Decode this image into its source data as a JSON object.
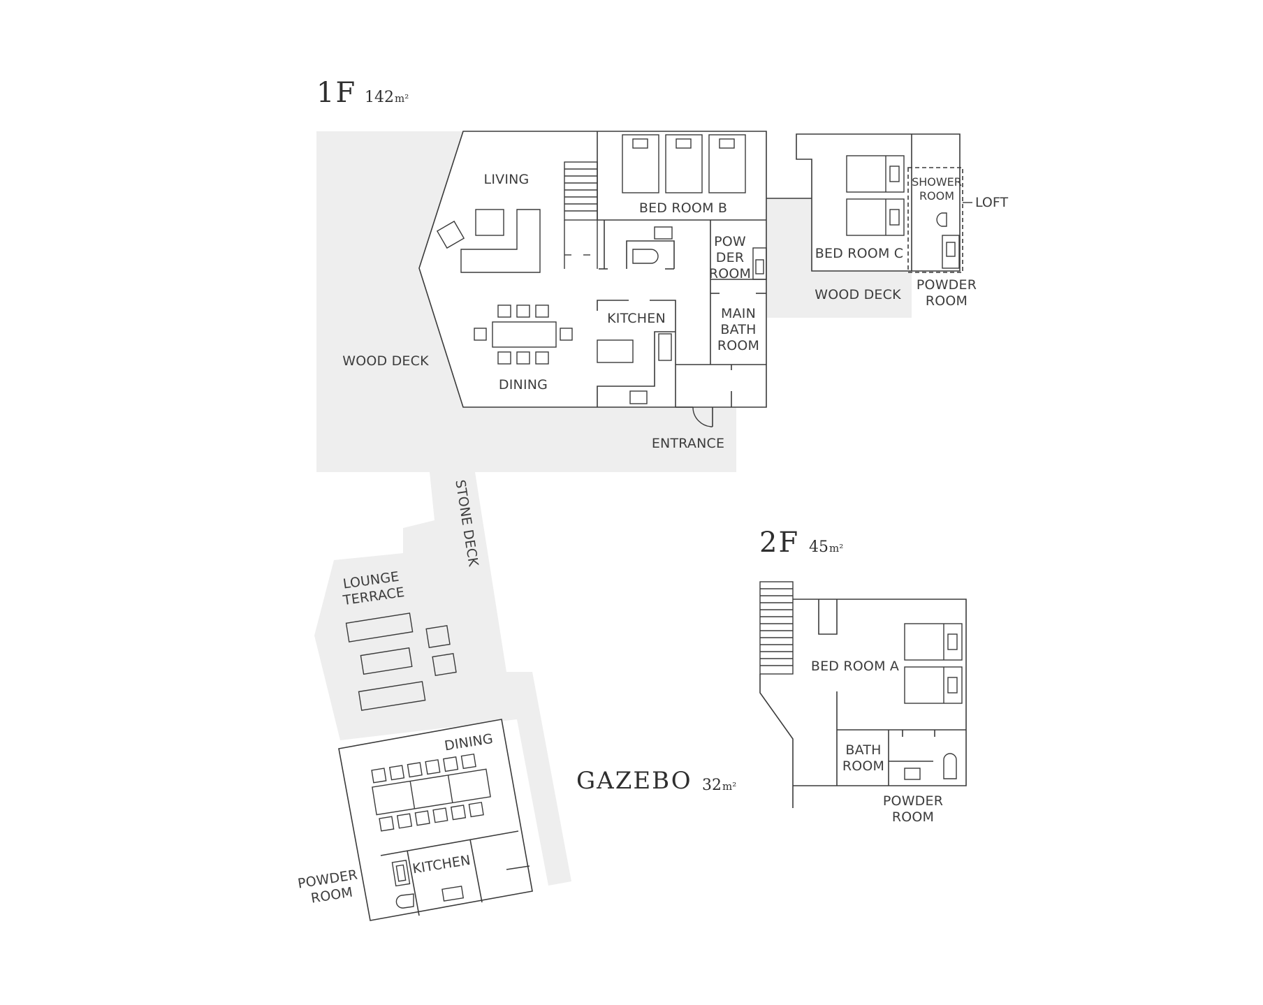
{
  "floor_1": {
    "title": "1F",
    "area": "142",
    "unit": "m²",
    "rooms": {
      "living": "LIVING",
      "bed_room_b": "BED ROOM B",
      "powder_room_line1": "POW",
      "powder_room_line2": "DER",
      "powder_room_line3": "ROOM",
      "kitchen": "KITCHEN",
      "main_bath_line1": "MAIN",
      "main_bath_line2": "BATH",
      "main_bath_line3": "ROOM",
      "dining": "DINING",
      "wood_deck_west": "WOOD DECK",
      "entrance": "ENTRANCE",
      "bed_room_c": "BED ROOM C",
      "shower_line1": "SHOWER",
      "shower_line2": "ROOM",
      "loft": "LOFT",
      "powder_c_line1": "POWDER",
      "powder_c_line2": "ROOM",
      "wood_deck_east": "WOOD DECK"
    }
  },
  "floor_2": {
    "title": "2F",
    "area": "45",
    "unit": "m²",
    "rooms": {
      "bed_room_a": "BED ROOM A",
      "bath_line1": "BATH",
      "bath_line2": "ROOM",
      "powder_line1": "POWDER",
      "powder_line2": "ROOM"
    }
  },
  "gazebo": {
    "title": "GAZEBO",
    "area": "32",
    "unit": "m²",
    "rooms": {
      "stone_deck": "STONE DECK",
      "lounge_line1": "LOUNGE",
      "lounge_line2": "TERRACE",
      "dining": "DINING",
      "kitchen": "KITCHEN",
      "powder_line1": "POWDER",
      "powder_line2": "ROOM"
    }
  },
  "colors": {
    "wall": "#3a3a3a",
    "deck": "#eeeeee",
    "text": "#3c3c3c"
  }
}
